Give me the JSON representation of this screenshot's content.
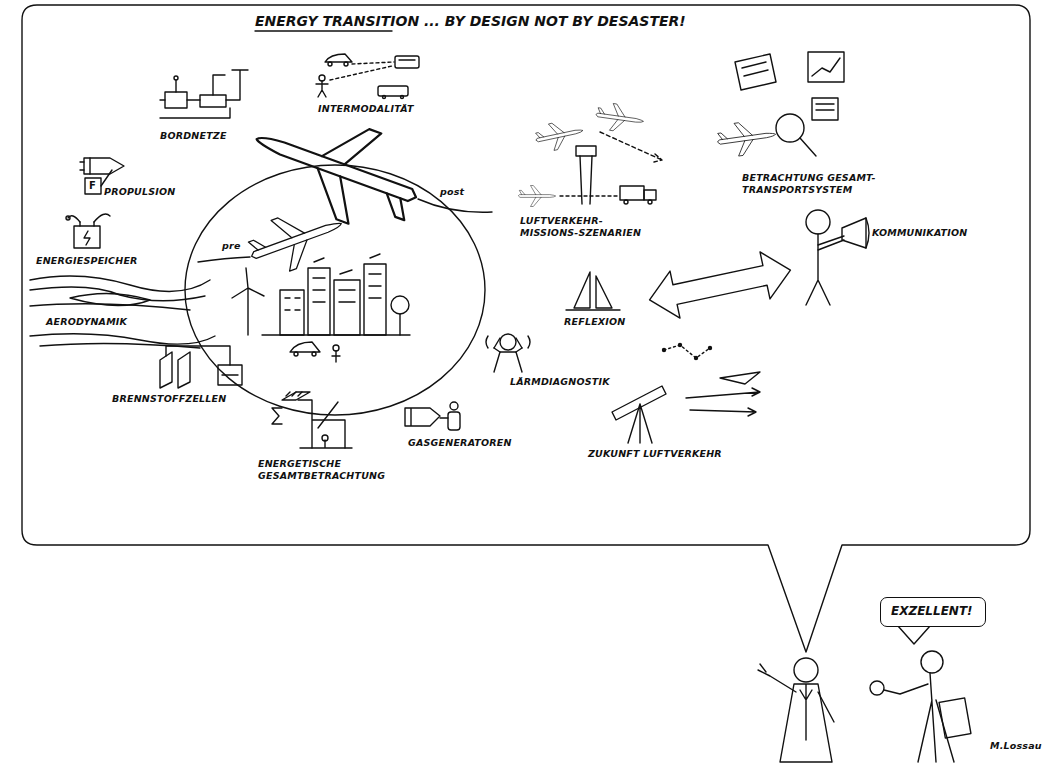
{
  "diagram": {
    "title": "ENERGY TRANSITION ... BY DESIGN NOT BY DESASTER!",
    "nodes": [
      {
        "text": [
          "EXZELLENT!"
        ]
      }
    ],
    "labels": [
      "INTERMODALITÄT",
      "BORDNETZE",
      "LUFTVERKEHR- MISSIONS-SZENARIEN",
      "BETRACHTUNG GESAMT- TRANSPORTSYSTEM",
      "post",
      "PROPULSION",
      "pre",
      "F",
      "KOMMUNIKATION",
      "ENERGIESPEICHER",
      "REFLEXION",
      "AERODYNAMIK",
      "LÄRMDIAGNOSTIK",
      "BRENNSTOFFZELLEN",
      "ZUKUNFT LUFTVERKEHR",
      "GASGENERATOREN",
      "ENERGETISCHE GESAMTBETRACHTUNG",
      "M.Lossau"
    ]
  }
}
